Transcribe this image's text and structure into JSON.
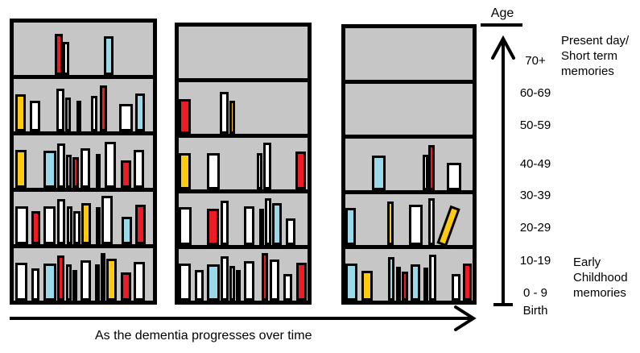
{
  "colors": {
    "red": "#ed1c24",
    "yellow": "#ffc90e",
    "blue": "#99d9ea",
    "white": "#ffffff",
    "black": "#000000",
    "shelf_bg": "#c6c6c6"
  },
  "age_axis": {
    "label": "Age",
    "ticks": [
      "70+",
      "60-69",
      "50-59",
      "40-49",
      "30-39",
      "20-29",
      "10-19",
      "0 - 9",
      "Birth"
    ],
    "top_annotation": "Present day/\nShort term\nmemories",
    "bottom_annotation": "Early\nChildhood\nmemories"
  },
  "timeline": {
    "label": "As the dementia progresses over time"
  },
  "bookcases": [
    {
      "shelves": [
        [
          {
            "c": "red",
            "g": 51,
            "w": 10,
            "h": 51
          },
          {
            "c": "white",
            "g": 0,
            "w": 8,
            "h": 41
          },
          {
            "c": "blue",
            "g": 43,
            "w": 12,
            "h": 48
          }
        ],
        [
          {
            "c": "yellow",
            "g": 2,
            "w": 13,
            "h": 46
          },
          {
            "c": "white",
            "g": 5,
            "w": 13,
            "h": 38
          },
          {
            "c": "white",
            "g": 20,
            "w": 10,
            "h": 53
          },
          {
            "c": "white",
            "g": 1,
            "w": 7,
            "h": 42
          },
          {
            "c": "black",
            "g": 7,
            "w": 5,
            "h": 38
          },
          {
            "c": "white",
            "g": 12,
            "w": 8,
            "h": 44
          },
          {
            "c": "red",
            "g": 3,
            "w": 9,
            "h": 57
          },
          {
            "c": "white",
            "g": 15,
            "w": 17,
            "h": 34
          },
          {
            "c": "blue",
            "g": 3,
            "w": 12,
            "h": 47
          }
        ],
        [
          {
            "c": "yellow",
            "g": 2,
            "w": 14,
            "h": 47
          },
          {
            "c": "blue",
            "g": 21,
            "w": 16,
            "h": 46
          },
          {
            "c": "white",
            "g": 1,
            "w": 10,
            "h": 55
          },
          {
            "c": "white",
            "g": 1,
            "w": 7,
            "h": 41
          },
          {
            "c": "red",
            "g": 1,
            "w": 8,
            "h": 38
          },
          {
            "c": "white",
            "g": 2,
            "w": 12,
            "h": 49
          },
          {
            "c": "white",
            "g": 7,
            "w": 6,
            "h": 42
          },
          {
            "c": "white",
            "g": 5,
            "w": 14,
            "h": 57
          },
          {
            "c": "red",
            "g": 6,
            "w": 13,
            "h": 34
          },
          {
            "c": "white",
            "g": 3,
            "w": 13,
            "h": 47
          }
        ],
        [
          {
            "c": "white",
            "g": 2,
            "w": 16,
            "h": 47
          },
          {
            "c": "red",
            "g": 4,
            "w": 11,
            "h": 41
          },
          {
            "c": "white",
            "g": 4,
            "w": 15,
            "h": 47
          },
          {
            "c": "white",
            "g": 2,
            "w": 10,
            "h": 56
          },
          {
            "c": "white",
            "g": 2,
            "w": 7,
            "h": 47
          },
          {
            "c": "white",
            "g": 1,
            "w": 9,
            "h": 41
          },
          {
            "c": "yellow",
            "g": 1,
            "w": 12,
            "h": 51
          },
          {
            "c": "white",
            "g": 6,
            "w": 6,
            "h": 46
          },
          {
            "c": "white",
            "g": 1,
            "w": 14,
            "h": 60
          },
          {
            "c": "blue",
            "g": 11,
            "w": 13,
            "h": 34
          },
          {
            "c": "red",
            "g": 4,
            "w": 13,
            "h": 49
          }
        ],
        [
          {
            "c": "white",
            "g": 2,
            "w": 15,
            "h": 47
          },
          {
            "c": "white",
            "g": 5,
            "w": 10,
            "h": 40
          },
          {
            "c": "blue",
            "g": 5,
            "w": 16,
            "h": 46
          },
          {
            "c": "red",
            "g": 1,
            "w": 9,
            "h": 56
          },
          {
            "c": "white",
            "g": 2,
            "w": 7,
            "h": 45
          },
          {
            "c": "red",
            "g": 1,
            "w": 6,
            "h": 38
          },
          {
            "c": "white",
            "g": 4,
            "w": 13,
            "h": 50
          },
          {
            "c": "yellow",
            "g": 5,
            "w": 6,
            "h": 45
          },
          {
            "c": "white",
            "g": 1,
            "w": 6,
            "h": 59
          },
          {
            "c": "yellow",
            "g": 1,
            "w": 13,
            "h": 52
          },
          {
            "c": "red",
            "g": 5,
            "w": 13,
            "h": 35
          },
          {
            "c": "white",
            "g": 3,
            "w": 14,
            "h": 48
          }
        ]
      ]
    },
    {
      "shelves": [
        [],
        [
          {
            "c": "red",
            "g": 0,
            "w": 15,
            "h": 43
          },
          {
            "c": "white",
            "g": 36,
            "w": 11,
            "h": 52
          },
          {
            "c": "yellow",
            "g": 1,
            "w": 7,
            "h": 41
          }
        ],
        [
          {
            "c": "yellow",
            "g": 0,
            "w": 15,
            "h": 45
          },
          {
            "c": "white",
            "g": 20,
            "w": 16,
            "h": 45
          },
          {
            "c": "white",
            "g": 46,
            "w": 7,
            "h": 45
          },
          {
            "c": "white",
            "g": 1,
            "w": 10,
            "h": 58
          },
          {
            "c": "red",
            "g": 30,
            "w": 13,
            "h": 47
          }
        ],
        [
          {
            "c": "white",
            "g": 0,
            "w": 16,
            "h": 47
          },
          {
            "c": "red",
            "g": 19,
            "w": 15,
            "h": 45
          },
          {
            "c": "white",
            "g": 2,
            "w": 10,
            "h": 55
          },
          {
            "c": "white",
            "g": 19,
            "w": 13,
            "h": 48
          },
          {
            "c": "blue",
            "g": 6,
            "w": 6,
            "h": 45
          },
          {
            "c": "white",
            "g": 1,
            "w": 8,
            "h": 58
          },
          {
            "c": "blue",
            "g": 1,
            "w": 12,
            "h": 52
          },
          {
            "c": "white",
            "g": 5,
            "w": 12,
            "h": 33
          }
        ],
        [
          {
            "c": "white",
            "g": 0,
            "w": 15,
            "h": 46
          },
          {
            "c": "white",
            "g": 5,
            "w": 11,
            "h": 38
          },
          {
            "c": "blue",
            "g": 4,
            "w": 16,
            "h": 45
          },
          {
            "c": "white",
            "g": 1,
            "w": 10,
            "h": 55
          },
          {
            "c": "white",
            "g": 1,
            "w": 7,
            "h": 43
          },
          {
            "c": "white",
            "g": 1,
            "w": 6,
            "h": 38
          },
          {
            "c": "white",
            "g": 4,
            "w": 13,
            "h": 49
          },
          {
            "c": "red",
            "g": 9,
            "w": 8,
            "h": 59
          },
          {
            "c": "white",
            "g": 2,
            "w": 12,
            "h": 51
          },
          {
            "c": "white",
            "g": 5,
            "w": 11,
            "h": 33
          },
          {
            "c": "red",
            "g": 5,
            "w": 13,
            "h": 47
          }
        ]
      ]
    },
    {
      "shelves": [
        [],
        [],
        [
          {
            "c": "blue",
            "g": 33,
            "w": 17,
            "h": 43
          },
          {
            "c": "white",
            "g": 46,
            "w": 7,
            "h": 44
          },
          {
            "c": "red",
            "g": 0,
            "w": 8,
            "h": 56
          },
          {
            "c": "white",
            "g": 15,
            "w": 18,
            "h": 34
          }
        ],
        [
          {
            "c": "blue",
            "g": 0,
            "w": 13,
            "h": 46
          },
          {
            "c": "yellow",
            "g": 39,
            "w": 8,
            "h": 54
          },
          {
            "c": "white",
            "g": 19,
            "w": 17,
            "h": 50
          },
          {
            "c": "white",
            "g": 7,
            "w": 8,
            "h": 58
          },
          {
            "c": "yellow",
            "g": 2,
            "w": 13,
            "h": 50,
            "t": 20
          }
        ],
        [
          {
            "c": "blue",
            "g": 0,
            "w": 15,
            "h": 46
          },
          {
            "c": "yellow",
            "g": 5,
            "w": 14,
            "h": 37
          },
          {
            "c": "blue",
            "g": 19,
            "w": 8,
            "h": 54
          },
          {
            "c": "white",
            "g": 2,
            "w": 6,
            "h": 42
          },
          {
            "c": "red",
            "g": 1,
            "w": 8,
            "h": 36
          },
          {
            "c": "blue",
            "g": 3,
            "w": 12,
            "h": 45
          },
          {
            "c": "white",
            "g": 4,
            "w": 5,
            "h": 41
          },
          {
            "c": "white",
            "g": 1,
            "w": 9,
            "h": 57
          },
          {
            "c": "white",
            "g": 19,
            "w": 11,
            "h": 33
          },
          {
            "c": "red",
            "g": 3,
            "w": 11,
            "h": 46
          }
        ]
      ]
    }
  ]
}
